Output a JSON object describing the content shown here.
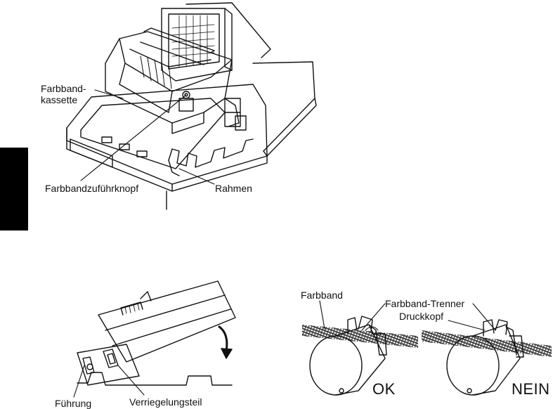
{
  "top_figure": {
    "labels": {
      "cartridge": "Farbband-\nkassette",
      "knob": "Farbbandzuführknopf",
      "frame": "Rahmen"
    }
  },
  "bottom_left_figure": {
    "labels": {
      "guide": "Führung",
      "locking_part": "Verriegelungsteil"
    }
  },
  "bottom_right_figure": {
    "labels": {
      "ribbon": "Farbband",
      "separator": "Farbband-Trenner",
      "print_head": "Druckkopf",
      "ok": "OK",
      "no": "NEIN"
    }
  },
  "colors": {
    "line": "#111111",
    "tab": "#000000"
  }
}
